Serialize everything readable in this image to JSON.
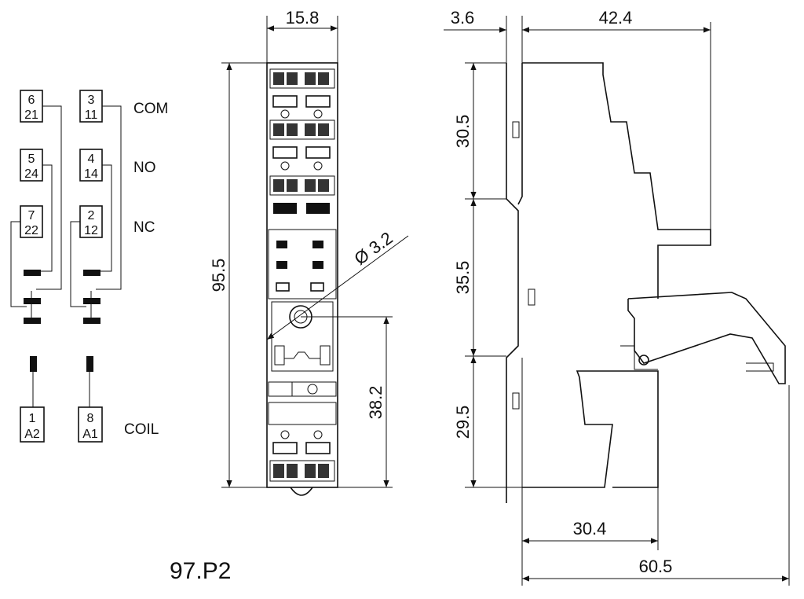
{
  "schematic": {
    "terminals": [
      {
        "top": "6",
        "bottom": "21"
      },
      {
        "top": "3",
        "bottom": "11"
      },
      {
        "top": "5",
        "bottom": "24"
      },
      {
        "top": "4",
        "bottom": "14"
      },
      {
        "top": "7",
        "bottom": "22"
      },
      {
        "top": "2",
        "bottom": "12"
      },
      {
        "top": "1",
        "bottom": "A2"
      },
      {
        "top": "8",
        "bottom": "A1"
      }
    ],
    "labels": {
      "com": "COM",
      "no": "NO",
      "nc": "NC",
      "coil": "COIL"
    }
  },
  "model": "97.P2",
  "dimensions": {
    "front_width": "15.8",
    "front_height": "95.5",
    "hole_diameter": "Ø 3.2",
    "hole_height": "38.2",
    "side_offset": "3.6",
    "side_top_width": "42.4",
    "seg_top": "30.5",
    "seg_mid": "35.5",
    "seg_bottom": "29.5",
    "base_width": "30.4",
    "total_width": "60.5"
  }
}
